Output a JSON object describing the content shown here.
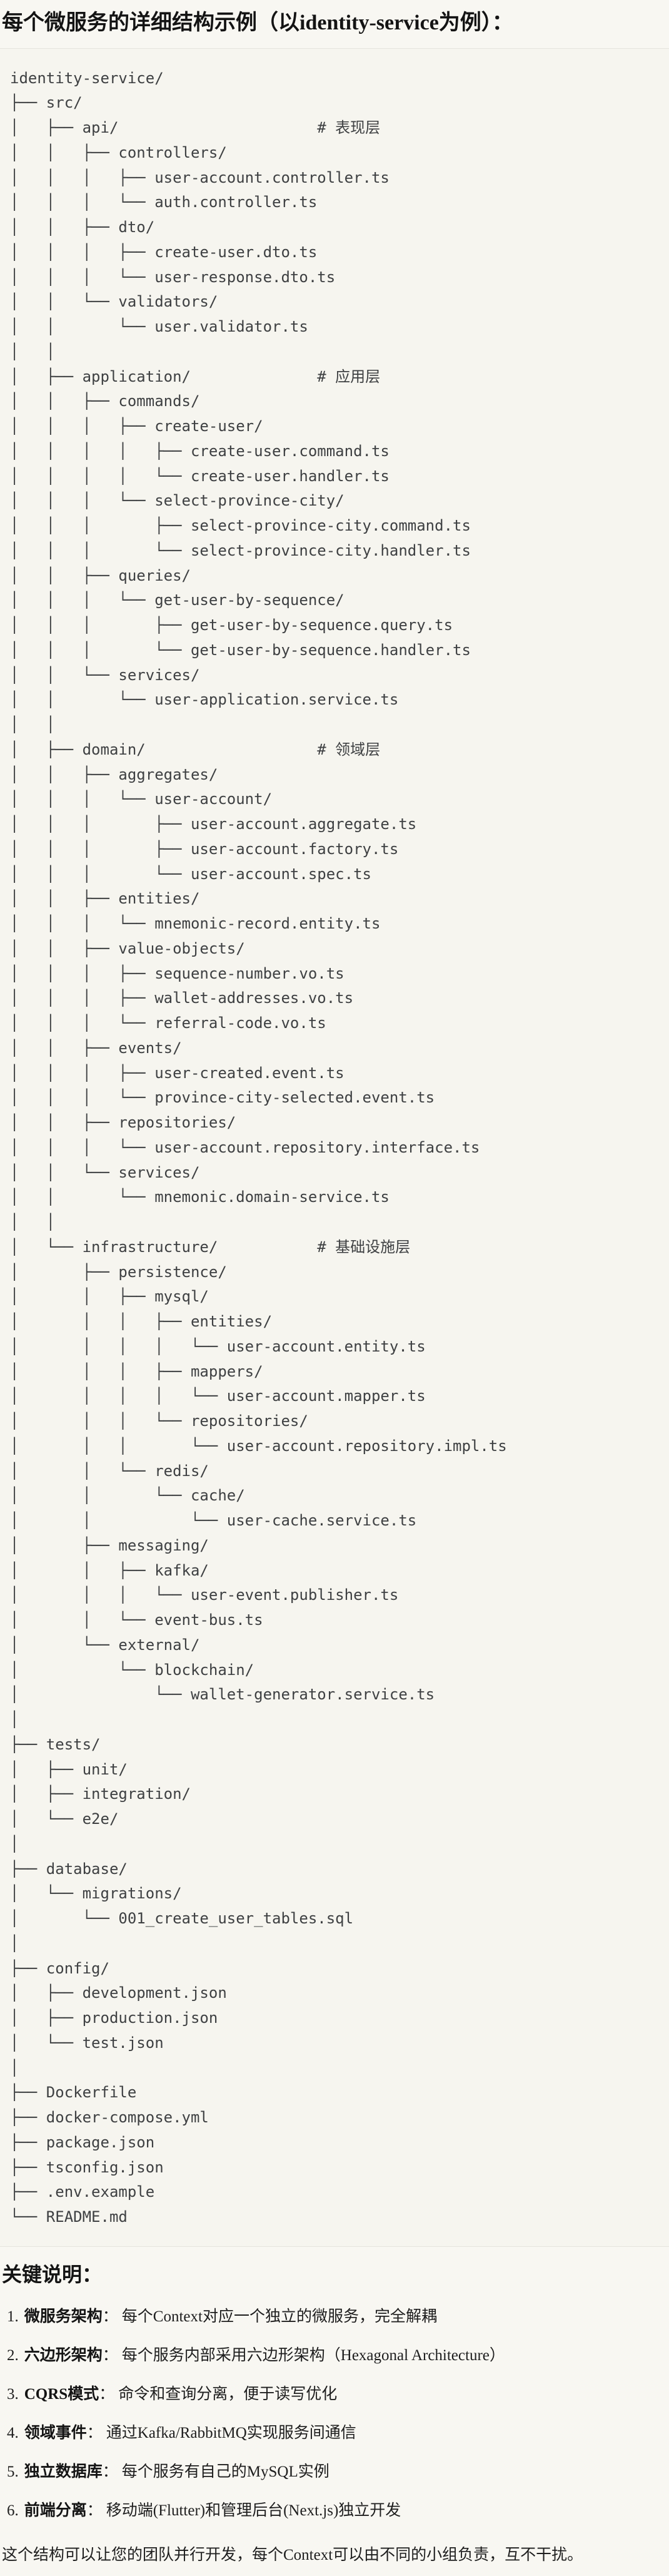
{
  "page": {
    "title": "每个微服务的详细结构示例（以identity-service为例）："
  },
  "tree": {
    "lines": [
      "identity-service/",
      "├── src/",
      "│   ├── api/                      # 表现层",
      "│   │   ├── controllers/",
      "│   │   │   ├── user-account.controller.ts",
      "│   │   │   └── auth.controller.ts",
      "│   │   ├── dto/",
      "│   │   │   ├── create-user.dto.ts",
      "│   │   │   └── user-response.dto.ts",
      "│   │   └── validators/",
      "│   │       └── user.validator.ts",
      "│   │",
      "│   ├── application/              # 应用层",
      "│   │   ├── commands/",
      "│   │   │   ├── create-user/",
      "│   │   │   │   ├── create-user.command.ts",
      "│   │   │   │   └── create-user.handler.ts",
      "│   │   │   └── select-province-city/",
      "│   │   │       ├── select-province-city.command.ts",
      "│   │   │       └── select-province-city.handler.ts",
      "│   │   ├── queries/",
      "│   │   │   └── get-user-by-sequence/",
      "│   │   │       ├── get-user-by-sequence.query.ts",
      "│   │   │       └── get-user-by-sequence.handler.ts",
      "│   │   └── services/",
      "│   │       └── user-application.service.ts",
      "│   │",
      "│   ├── domain/                   # 领域层",
      "│   │   ├── aggregates/",
      "│   │   │   └── user-account/",
      "│   │   │       ├── user-account.aggregate.ts",
      "│   │   │       ├── user-account.factory.ts",
      "│   │   │       └── user-account.spec.ts",
      "│   │   ├── entities/",
      "│   │   │   └── mnemonic-record.entity.ts",
      "│   │   ├── value-objects/",
      "│   │   │   ├── sequence-number.vo.ts",
      "│   │   │   ├── wallet-addresses.vo.ts",
      "│   │   │   └── referral-code.vo.ts",
      "│   │   ├── events/",
      "│   │   │   ├── user-created.event.ts",
      "│   │   │   └── province-city-selected.event.ts",
      "│   │   ├── repositories/",
      "│   │   │   └── user-account.repository.interface.ts",
      "│   │   └── services/",
      "│   │       └── mnemonic.domain-service.ts",
      "│   │",
      "│   └── infrastructure/           # 基础设施层",
      "│       ├── persistence/",
      "│       │   ├── mysql/",
      "│       │   │   ├── entities/",
      "│       │   │   │   └── user-account.entity.ts",
      "│       │   │   ├── mappers/",
      "│       │   │   │   └── user-account.mapper.ts",
      "│       │   │   └── repositories/",
      "│       │   │       └── user-account.repository.impl.ts",
      "│       │   └── redis/",
      "│       │       └── cache/",
      "│       │           └── user-cache.service.ts",
      "│       ├── messaging/",
      "│       │   ├── kafka/",
      "│       │   │   └── user-event.publisher.ts",
      "│       │   └── event-bus.ts",
      "│       └── external/",
      "│           └── blockchain/",
      "│               └── wallet-generator.service.ts",
      "│",
      "├── tests/",
      "│   ├── unit/",
      "│   ├── integration/",
      "│   └── e2e/",
      "│",
      "├── database/",
      "│   └── migrations/",
      "│       └── 001_create_user_tables.sql",
      "│",
      "├── config/",
      "│   ├── development.json",
      "│   ├── production.json",
      "│   └── test.json",
      "│",
      "├── Dockerfile",
      "├── docker-compose.yml",
      "├── package.json",
      "├── tsconfig.json",
      "├── .env.example",
      "└── README.md"
    ]
  },
  "notes": {
    "heading": "关键说明：",
    "items": [
      {
        "num": "1.",
        "label": "微服务架构",
        "sep": "：",
        "text": "每个Context对应一个独立的微服务，完全解耦"
      },
      {
        "num": "2.",
        "label": "六边形架构",
        "sep": "：",
        "text": "每个服务内部采用六边形架构（Hexagonal Architecture）"
      },
      {
        "num": "3.",
        "label": "CQRS模式",
        "sep": "：",
        "text": "命令和查询分离，便于读写优化"
      },
      {
        "num": "4.",
        "label": "领域事件",
        "sep": "：",
        "text": "通过Kafka/RabbitMQ实现服务间通信"
      },
      {
        "num": "5.",
        "label": "独立数据库",
        "sep": "：",
        "text": "每个服务有自己的MySQL实例"
      },
      {
        "num": "6.",
        "label": "前端分离",
        "sep": "：",
        "text": "移动端(Flutter)和管理后台(Next.js)独立开发"
      }
    ],
    "closing": "这个结构可以让您的团队并行开发，每个Context可以由不同的小组负责，互不干扰。"
  },
  "colors": {
    "page_bg": "#f8f7f2",
    "code_bg": "#f6f5ef",
    "border": "#e5e4de",
    "tree_text": "#3e4042",
    "heading_text": "#141414"
  }
}
